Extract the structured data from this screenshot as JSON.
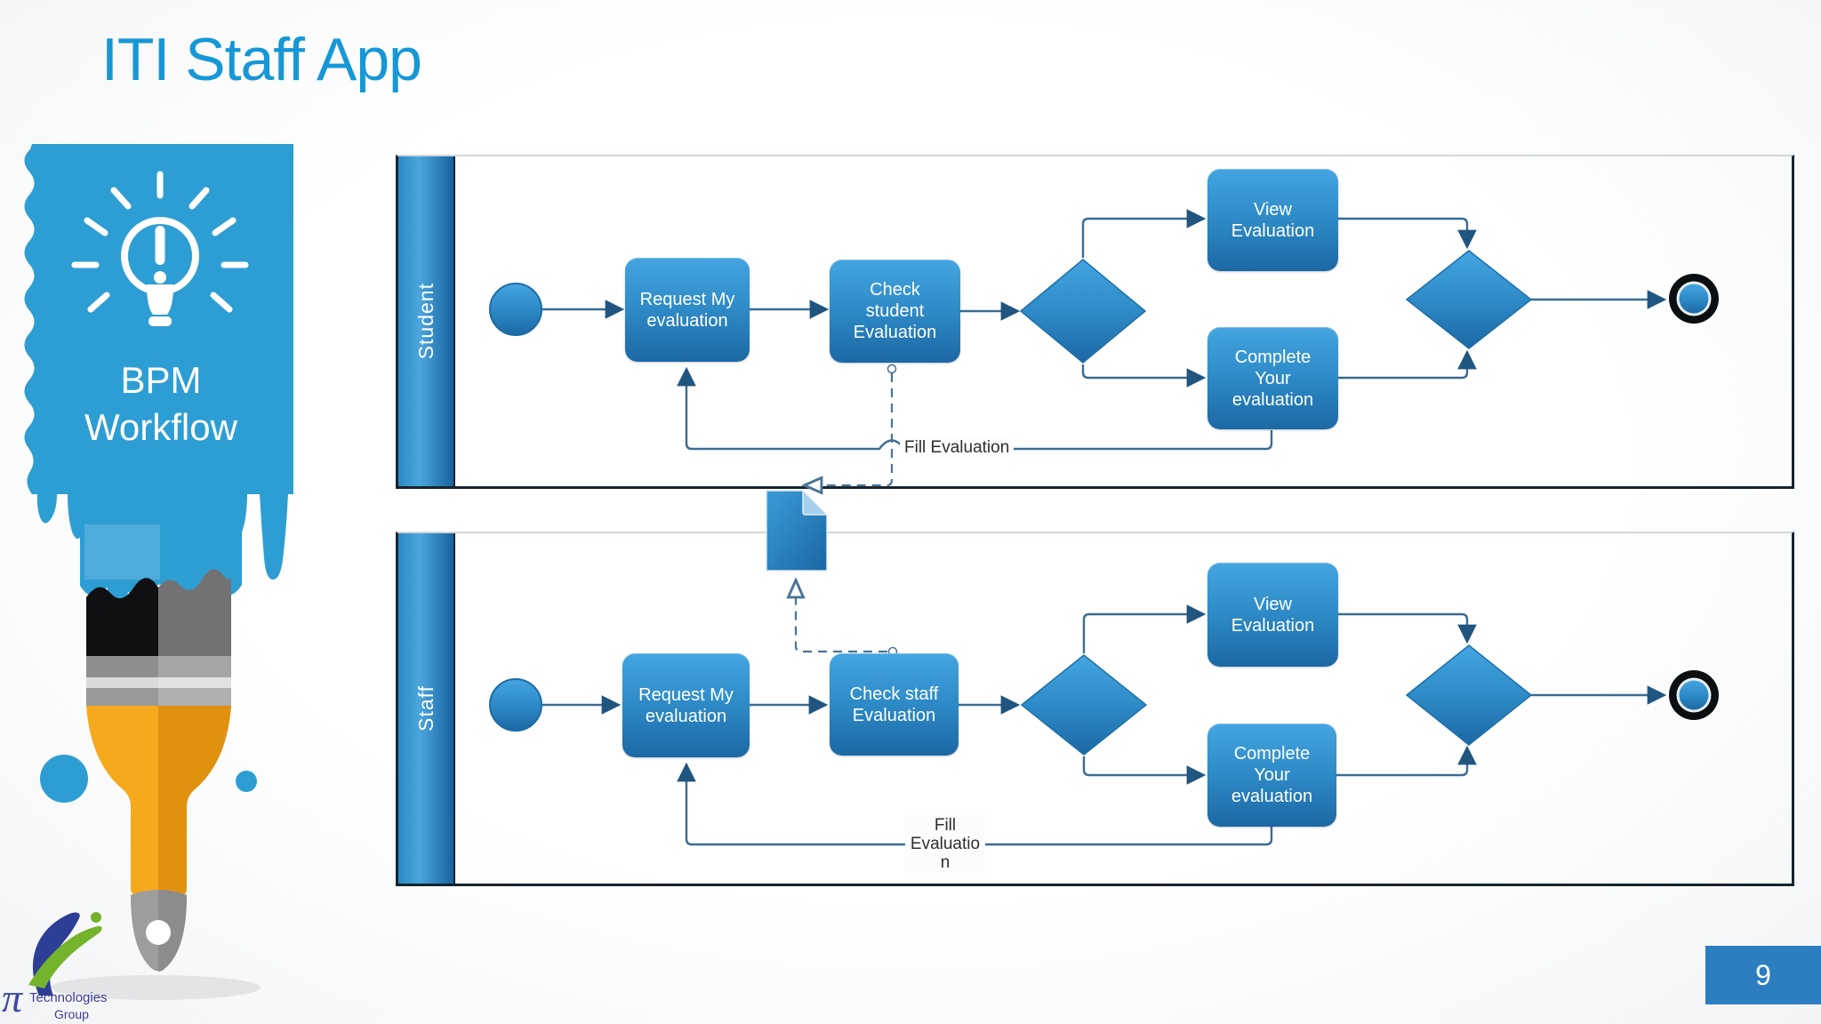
{
  "slide": {
    "title": "ITI Staff App",
    "page_number": "9"
  },
  "colors": {
    "accent_blue": "#1697d6",
    "paint_blue": "#2d9ed3",
    "node_gradient_top": "#44a5e0",
    "node_gradient_bottom": "#1c68a4",
    "connector": "#3a6b94",
    "pool_border": "#15242f",
    "page_badge": "#2d7ec0"
  },
  "sidebar": {
    "icon": "lightbulb-exclamation-icon",
    "caption_lines": [
      "BPM",
      "Workflow"
    ],
    "logo": {
      "symbol": "π",
      "line1": "Technologies",
      "line2": "Group"
    }
  },
  "diagram": {
    "pools": [
      {
        "lane_label": "Student",
        "tasks": {
          "request": "Request My evaluation",
          "check": "Check student Evaluation",
          "view": "View Evaluation",
          "complete": "Complete Your evaluation"
        },
        "feedback_label": "Fill Evaluation"
      },
      {
        "lane_label": "Staff",
        "tasks": {
          "request": "Request My evaluation",
          "check": "Check staff Evaluation",
          "view": "View Evaluation",
          "complete": "Complete Your evaluation"
        },
        "feedback_label": [
          "Fill",
          "Evaluatio",
          "n"
        ]
      }
    ],
    "artifact": "document"
  }
}
